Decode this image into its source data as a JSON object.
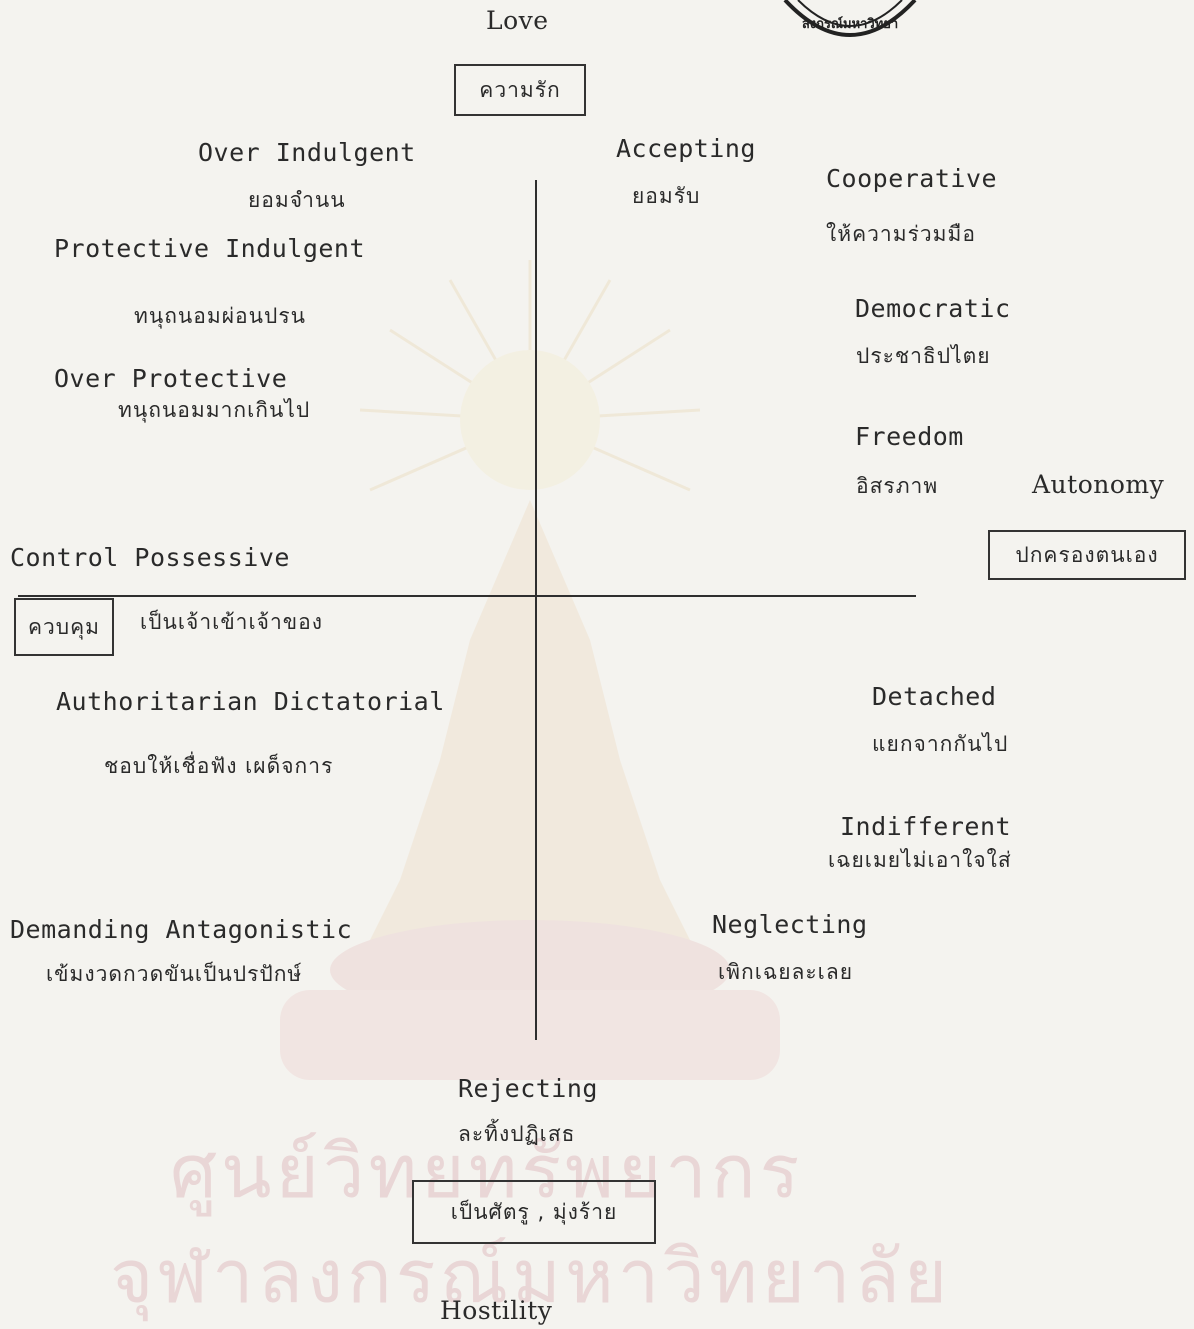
{
  "diagram": {
    "pole_labels": {
      "top_en": "Love",
      "top_th": "ความรัก",
      "bottom_en": "Hostility",
      "bottom_th": "เป็นศัตรู , มุ่งร้าย",
      "left_th": "ควบคุม",
      "right_en": "Autonomy",
      "right_th": "ปกครองตนเอง"
    },
    "items": {
      "over_indulgent_en": "Over Indulgent",
      "over_indulgent_th": "ยอมจำนน",
      "accepting_en": "Accepting",
      "accepting_th": "ยอมรับ",
      "cooperative_en": "Cooperative",
      "cooperative_th": "ให้ความร่วมมือ",
      "protective_indulgent_en": "Protective Indulgent",
      "protective_indulgent_th": "ทนุถนอมผ่อนปรน",
      "democratic_en": "Democratic",
      "democratic_th": "ประชาธิปไตย",
      "over_protective_en": "Over Protective",
      "over_protective_th": "ทนุถนอมมากเกินไป",
      "freedom_en": "Freedom",
      "freedom_th": "อิสรภาพ",
      "control_possessive_en": "Control Possessive",
      "control_possessive_th": "เป็นเจ้าเข้าเจ้าของ",
      "authoritarian_en": "Authoritarian Dictatorial",
      "authoritarian_th": "ชอบให้เชื่อฟัง เผด็จการ",
      "detached_en": "Detached",
      "detached_th": "แยกจากกันไป",
      "indifferent_en": "Indifferent",
      "indifferent_th": "เฉยเมยไม่เอาใจใส่",
      "demanding_en": "Demanding Antagonistic",
      "demanding_th": "เข้มงวดกวดขันเป็นปรปักษ์",
      "neglecting_en": "Neglecting",
      "neglecting_th": "เพิกเฉยละเลย",
      "rejecting_en": "Rejecting",
      "rejecting_th": "ละทิ้งปฏิเสธ"
    },
    "watermark": {
      "line1": "ศูนย์วิทยทรัพยากร",
      "line2": "จุฬาลงกรณ์มหาวิทยาลัย",
      "seal_text": "ลงกรณ์มหาวิทยา"
    },
    "colors": {
      "ink": "#2a2a2a",
      "paper": "#f4f3ef",
      "watermark": "#e9d6d6"
    }
  }
}
